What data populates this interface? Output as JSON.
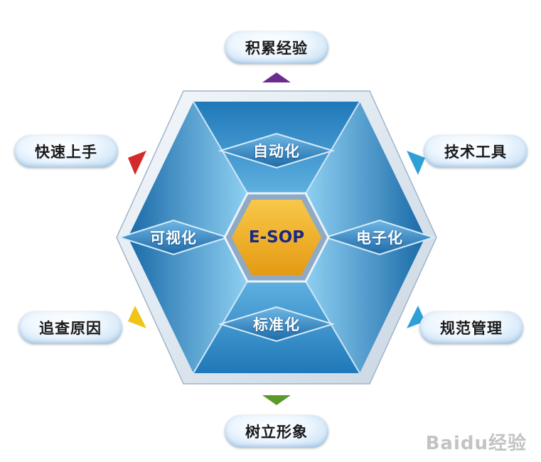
{
  "center": {
    "label": "E-SOP"
  },
  "inner_labels": {
    "top": "自动化",
    "left": "可视化",
    "right": "电子化",
    "bottom": "标准化"
  },
  "outer_labels": {
    "top": "积累经验",
    "top_left": "快速上手",
    "top_right": "技术工具",
    "bottom_left": "追查原因",
    "bottom_right": "规范管理",
    "bottom": "树立形象"
  },
  "colors": {
    "hex_blue_dark": "#1d6fae",
    "hex_blue_light": "#7ec4ec",
    "center_gold": "#f2a81c",
    "arrow_top": "#6a2c8e",
    "arrow_top_left": "#d32a2a",
    "arrow_top_right": "#2f9fd8",
    "arrow_bottom_left": "#f0c419",
    "arrow_bottom_right": "#2f9fd8",
    "arrow_bottom": "#5a9a2a"
  },
  "watermark": {
    "text": "Baidu经验"
  }
}
